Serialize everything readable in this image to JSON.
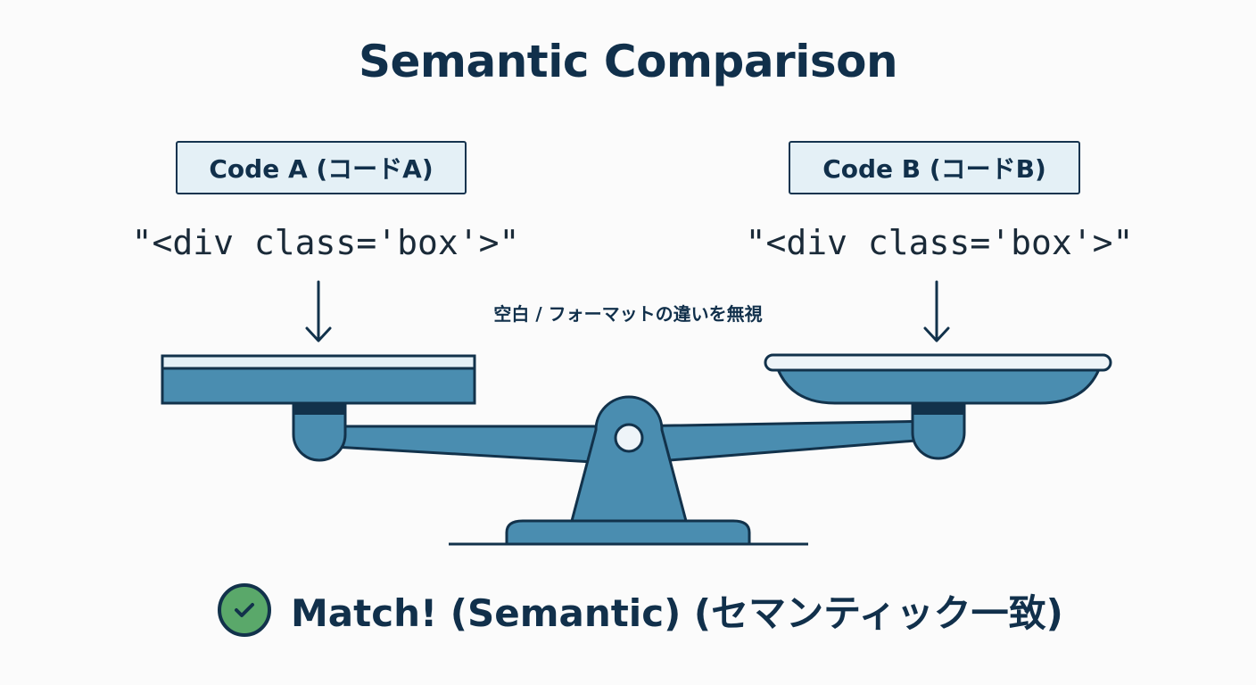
{
  "title": "Semantic Comparison",
  "code_a": {
    "label": "Code A (コードA)",
    "snippet": "\"<div class='box'>\""
  },
  "code_b": {
    "label": "Code B (コードB)",
    "snippet": "\"<div class='box'>\""
  },
  "note": "空白 / フォーマットの違いを無視",
  "result": {
    "icon": "check-circle-icon",
    "text": "Match! (Semantic) (セマンティック一致)"
  },
  "colors": {
    "scale_fill": "#4a8db0",
    "outline": "#12324b",
    "match_green": "#5aa86a",
    "text_dark": "#11304b",
    "label_bg": "#e4f0f6"
  }
}
